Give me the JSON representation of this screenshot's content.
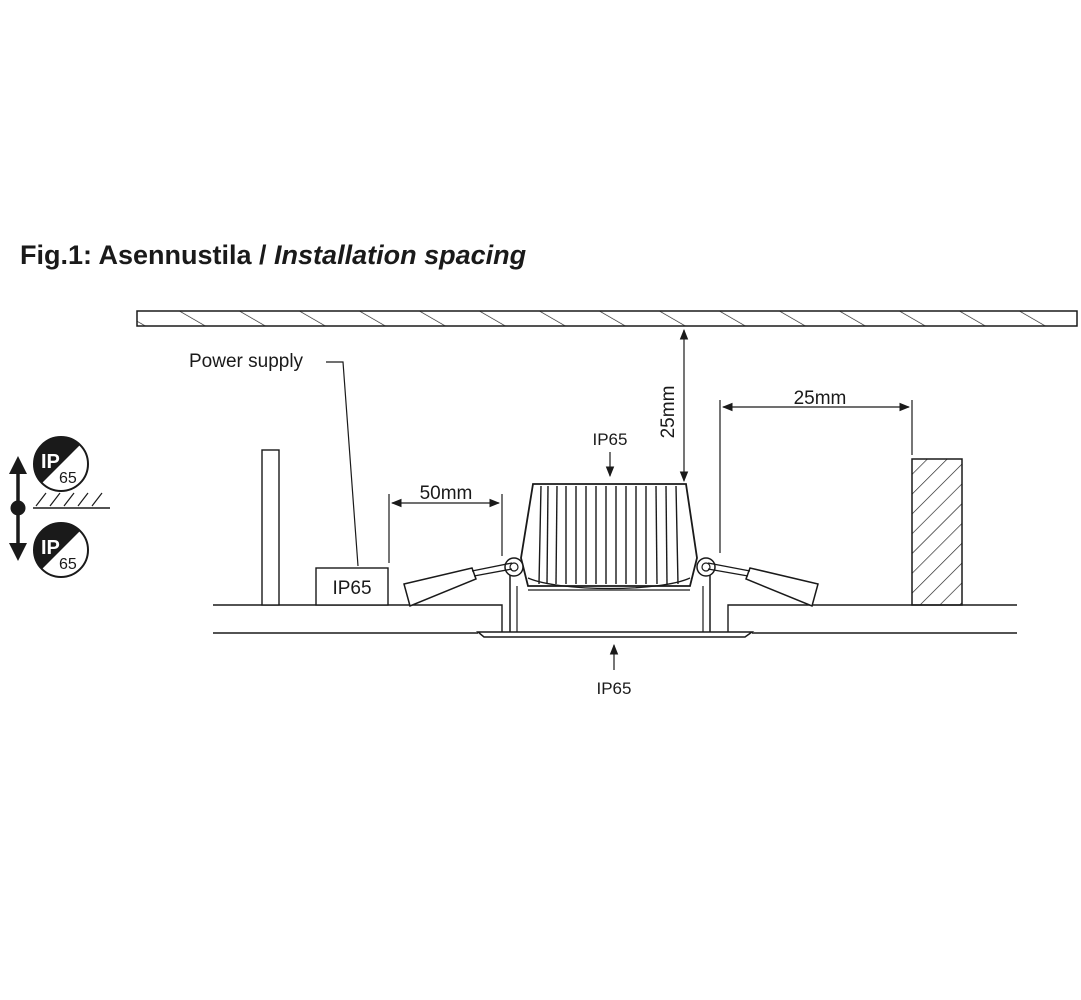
{
  "figure": {
    "title_prefix": "Fig.1: Asennustila / ",
    "title_italic": "Installation spacing"
  },
  "labels": {
    "power_supply": "Power supply",
    "psu_rating": "IP65",
    "top_rating": "IP65",
    "bottom_rating": "IP65",
    "dim_side": "50mm",
    "dim_right": "25mm",
    "dim_top": "25mm"
  },
  "legend": {
    "upper": {
      "ip": "IP",
      "num": "65"
    },
    "lower": {
      "ip": "IP",
      "num": "65"
    }
  }
}
